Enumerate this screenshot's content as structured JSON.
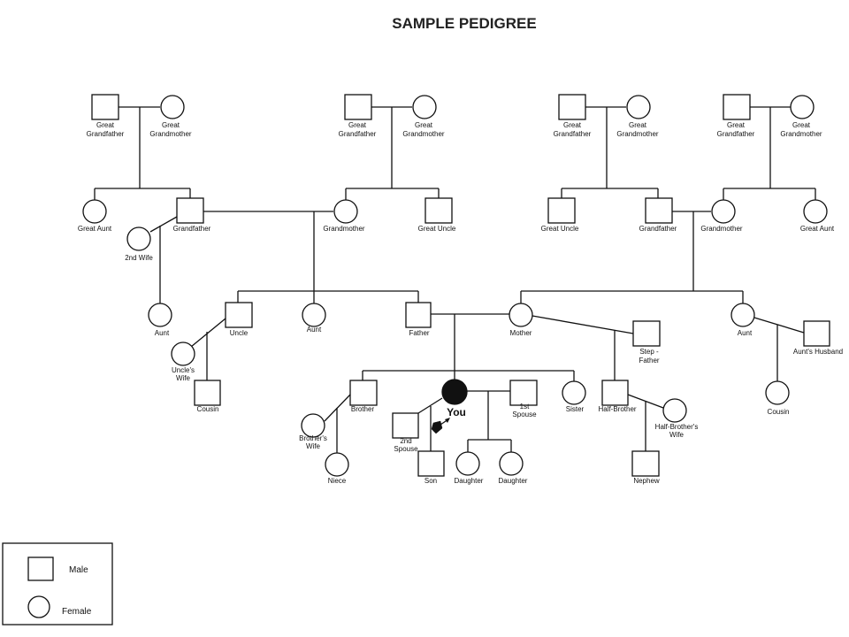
{
  "title": "SAMPLE PEDIGREE",
  "labels": {
    "ggf1_a": "Great",
    "ggf1_b": "Grandfather",
    "ggm1_a": "Great",
    "ggm1_b": "Grandmother",
    "ggf2_a": "Great",
    "ggf2_b": "Grandfather",
    "ggm2_a": "Great",
    "ggm2_b": "Grandmother",
    "ggf3_a": "Great",
    "ggf3_b": "Grandfather",
    "ggm3_a": "Great",
    "ggm3_b": "Grandmother",
    "ggf4_a": "Great",
    "ggf4_b": "Grandfather",
    "ggm4_a": "Great",
    "ggm4_b": "Grandmother",
    "great_aunt_l": "Great Aunt",
    "grandfather_l": "Grandfather",
    "second_wife_l": "2nd Wife",
    "grandmother_l": "Grandmother",
    "great_uncle_l": "Great Uncle",
    "great_uncle_r": "Great Uncle",
    "grandfather_r": "Grandfather",
    "grandmother_r": "Grandmother",
    "great_aunt_r": "Great Aunt",
    "aunt_1": "Aunt",
    "uncle": "Uncle",
    "aunt_2": "Aunt",
    "father": "Father",
    "mother": "Mother",
    "aunt_3": "Aunt",
    "uncles_wife_a": "Uncle's",
    "uncles_wife_b": "Wife",
    "cousin_l": "Cousin",
    "step_father_a": "Step -",
    "step_father_b": "Father",
    "aunts_husband": "Aunt's Husband",
    "cousin_r": "Cousin",
    "brother": "Brother",
    "you": "You",
    "first_spouse_a": "1st",
    "first_spouse_b": "Spouse",
    "sister": "Sister",
    "half_brother": "Half-Brother",
    "brothers_wife_a": "Brother's",
    "brothers_wife_b": "Wife",
    "second_spouse_a": "2nd",
    "second_spouse_b": "Spouse",
    "half_brothers_wife_a": "Half-Brother's",
    "half_brothers_wife_b": "Wife",
    "niece": "Niece",
    "son": "Son",
    "daughter_1": "Daughter",
    "daughter_2": "Daughter",
    "nephew": "Nephew"
  },
  "legend": {
    "male": "Male",
    "female": "Female"
  }
}
